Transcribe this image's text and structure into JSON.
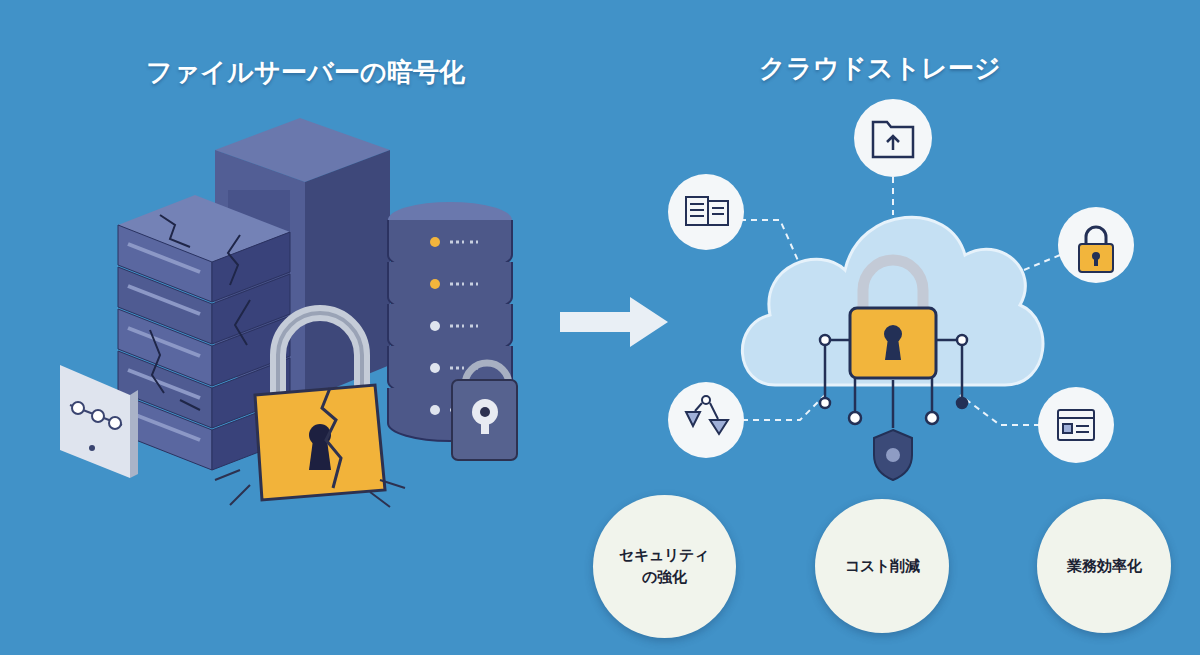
{
  "diagram": {
    "nodes": [
      {
        "text": [
          "セキュリティ の強化"
        ]
      },
      {
        "text": [
          "コスト削減"
        ]
      },
      {
        "text": [
          "業務効率化"
        ]
      }
    ],
    "labels": [
      "ファイルサーバーの暗号化",
      "クラウドストレージ"
    ]
  }
}
